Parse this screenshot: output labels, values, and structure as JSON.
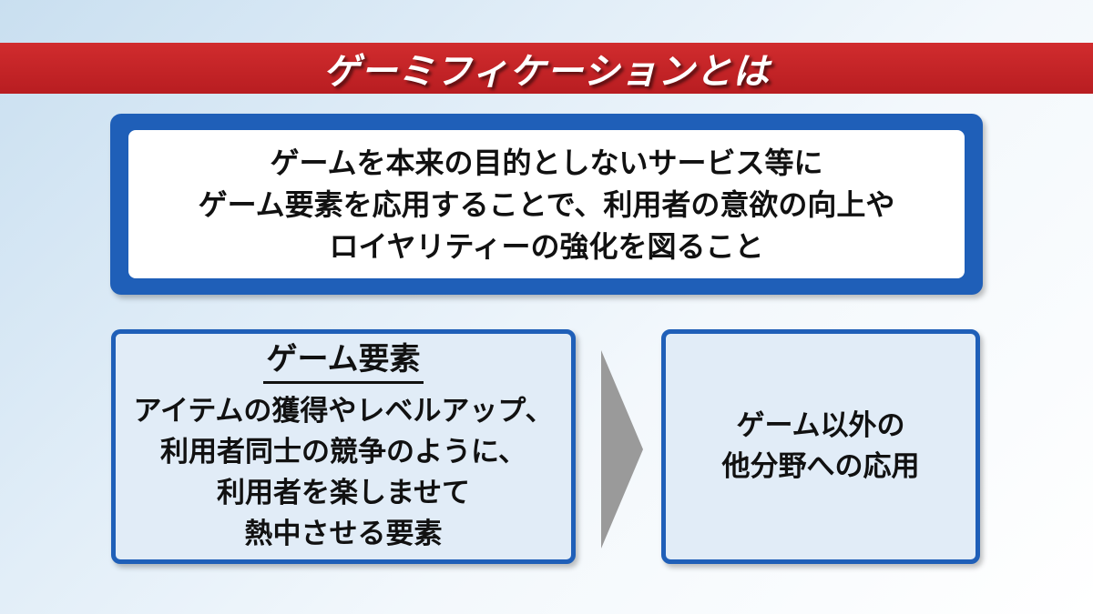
{
  "title": "ゲーミフィケーションとは",
  "definition": {
    "lines": [
      "ゲームを本来の目的としないサービス等に",
      "ゲーム要素を応用することで、利用者の意欲の向上や",
      "ロイヤリティーの強化を図ること"
    ]
  },
  "game_elements": {
    "heading": "ゲーム要素",
    "lines": [
      "アイテムの獲得やレベルアップ、",
      "利用者同士の競争のように、",
      "利用者を楽しませて",
      "熱中させる要素"
    ]
  },
  "application": {
    "lines": [
      "ゲーム以外の",
      "他分野への応用"
    ]
  },
  "colors": {
    "title_band": "#c8252a",
    "box_border": "#1f5fb8",
    "box_fill": "#e1ecf7",
    "arrow": "#9a9a9a"
  }
}
